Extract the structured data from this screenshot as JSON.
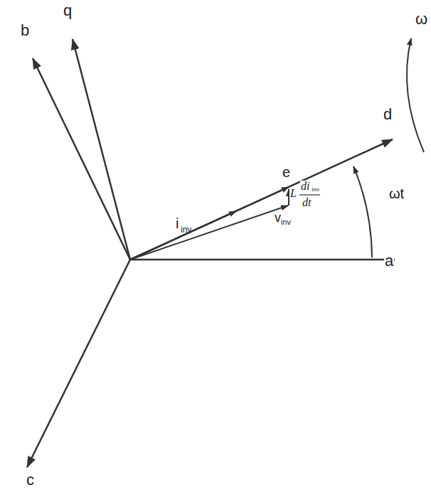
{
  "diagram": {
    "labels": [
      "b",
      "q",
      "d",
      "ω",
      "ωt",
      "e",
      "i",
      "inv",
      "L",
      "di",
      "inv",
      "dt",
      "v",
      "inv",
      "a",
      "c"
    ]
  }
}
